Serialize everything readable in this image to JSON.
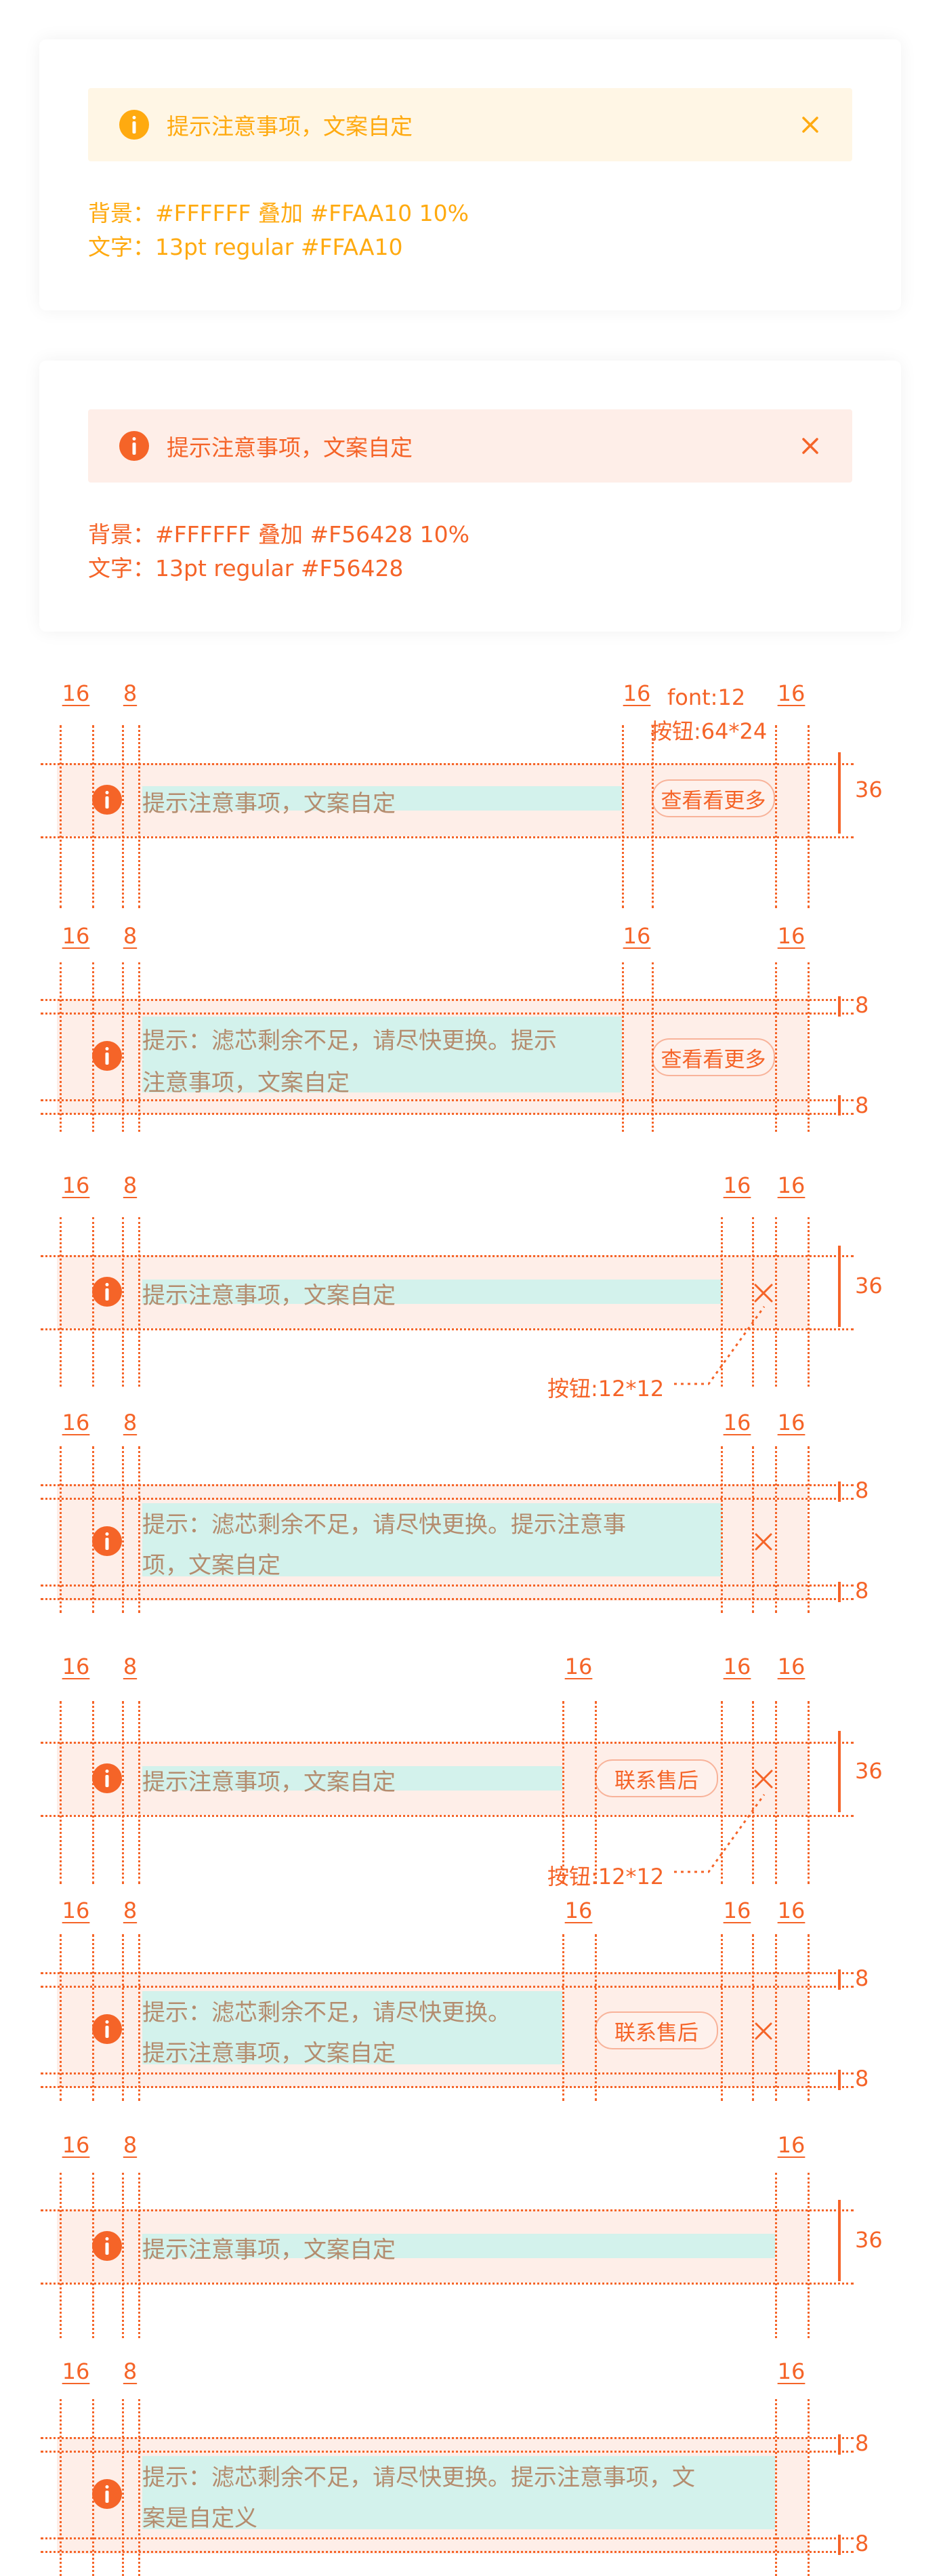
{
  "alerts": {
    "orange": {
      "text": "提示注意事项，文案自定",
      "bg_desc": "背景：#FFFFFF 叠加 #FFAA10 10%",
      "font_desc": "文字：13pt regular #FFAA10",
      "color": "#FFAA10"
    },
    "red": {
      "text": "提示注意事项，文案自定",
      "bg_desc": "背景：#FFFFFF 叠加 #F56428 10%",
      "font_desc": "文字：13pt regular #F56428",
      "color": "#F56428"
    }
  },
  "labels": {
    "m16": "16",
    "m8": "8",
    "h36": "36",
    "font_note": "font:12",
    "btn_size_64": "按钮:64*24",
    "btn_size_12": "按钮:12*12"
  },
  "specs": {
    "short_text": "提示注意事项，文案自定",
    "long_line1_a": "提示：滤芯剩余不足，请尽快更换。提示",
    "long_line2_a": "注意事项，文案自定",
    "long_line1_b": "提示：滤芯剩余不足，请尽快更换。提示注意事",
    "long_line2_b": "项，文案自定",
    "long_line1_c": "提示：滤芯剩余不足，请尽快更换。",
    "long_line2_c": "提示注意事项，文案自定",
    "long_line1_d": "提示：滤芯剩余不足，请尽快更换。提示注意事项，文",
    "long_line2_d": "案是自定义",
    "btn_more": "查看看更多",
    "btn_service": "联系售后"
  }
}
